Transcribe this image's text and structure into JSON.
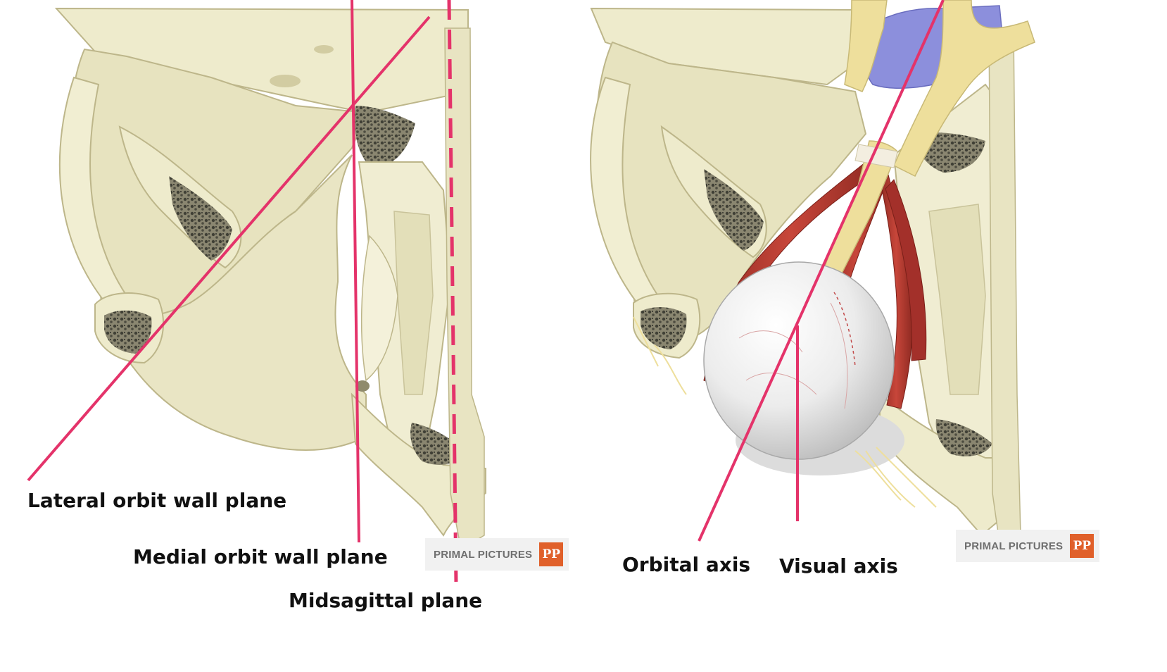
{
  "colors": {
    "bone": "#eeebcc",
    "bone_shadow": "#d6d1a7",
    "bone_edge": "#bdb68a",
    "cancellous": "#5a5a4a",
    "plane_line": "#e4336a",
    "muscle": "#b3362c",
    "nerve": "#eedf9c",
    "vein": "#8c8fdc",
    "globe": "#e9e9e9",
    "watermark_badge": "#e0602a"
  },
  "labels": {
    "lateral_wall": "Lateral orbit wall plane",
    "medial_wall": "Medial orbit wall plane",
    "midsagittal": "Midsagittal plane",
    "orbital_axis": "Orbital axis",
    "visual_axis": "Visual axis"
  },
  "watermarks": {
    "left_text": "PRIMAL PICTURES",
    "right_text": "PRIMAL PICTURES",
    "mark": "PP"
  }
}
